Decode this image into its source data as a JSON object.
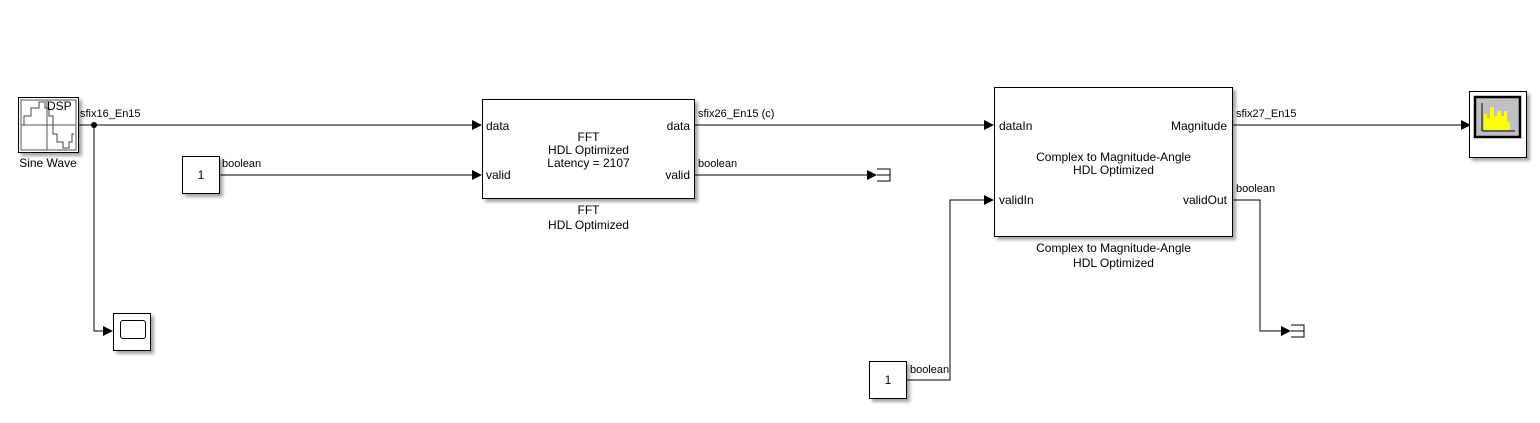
{
  "blocks": {
    "sine_wave": {
      "name": "Sine Wave",
      "icon_text": "DSP"
    },
    "const1": {
      "value": "1"
    },
    "const2": {
      "value": "1"
    },
    "fft": {
      "name_line1": "FFT",
      "name_line2": "HDL Optimized",
      "body_line1": "FFT",
      "body_line2": "HDL Optimized",
      "body_line3": "Latency = 2107",
      "in_ports": [
        "data",
        "valid"
      ],
      "out_ports": [
        "data",
        "valid"
      ]
    },
    "c2ma": {
      "name_line1": "Complex to Magnitude-Angle",
      "name_line2": "HDL Optimized",
      "body_line1": "Complex to Magnitude-Angle",
      "body_line2": "HDL Optimized",
      "in_ports": [
        "dataIn",
        "validIn"
      ],
      "out_ports": [
        "Magnitude",
        "validOut"
      ]
    },
    "scope": {
      "icon": "scope-icon"
    },
    "spectrum": {
      "icon": "spectrum-analyzer-icon"
    },
    "terminator1": {
      "icon": "terminator-icon"
    },
    "terminator2": {
      "icon": "terminator-icon"
    }
  },
  "signals": {
    "sine_out": "sfix16_En15",
    "const1_out": "boolean",
    "fft_data_out": "sfix26_En15 (c)",
    "fft_valid_out": "boolean",
    "mag_out": "sfix27_En15",
    "validout": "boolean",
    "const2_out": "boolean"
  },
  "colors": {
    "spectrum_bars": "#ffff00",
    "spectrum_bg": "#c0c0c0"
  }
}
